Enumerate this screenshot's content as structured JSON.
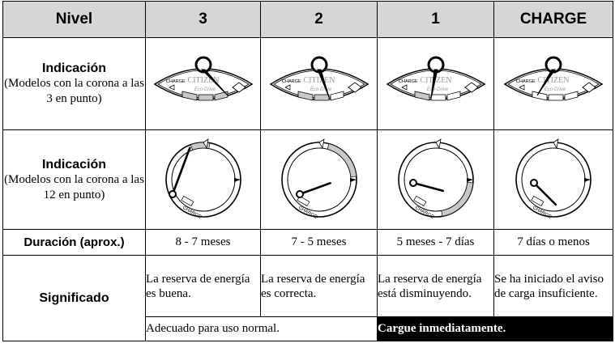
{
  "header": {
    "col0": "Nivel",
    "col1": "3",
    "col2": "2",
    "col3": "1",
    "col4": "CHARGE"
  },
  "indicacion_3": {
    "title": "Indicación",
    "subtitle": "(Modelos con la corona a las 3 en punto)",
    "dial_text_charge": "CHARGE",
    "dial_text_brand": "CITIZEN",
    "dial_text_model": "Eco-Drive"
  },
  "indicacion_12": {
    "title": "Indicación",
    "subtitle": "(Modelos con la corona a las 12 en punto)",
    "dial_text_charge": "CHARGE"
  },
  "duracion": {
    "label": "Duración (aprox.)",
    "values": [
      "8 - 7 meses",
      "7 - 5 meses",
      "5 meses - 7 días",
      "7 días o menos"
    ]
  },
  "significado": {
    "label": "Significado",
    "values": [
      "La reserva de energía es buena.",
      "La reserva de energía es correcta.",
      "La reserva de energía está disminuyendo.",
      "Se ha iniciado el aviso de carga insuficiente."
    ],
    "normal_use": "Adecuado para uso normal.",
    "charge_now": "Cargue inmediatamente."
  }
}
